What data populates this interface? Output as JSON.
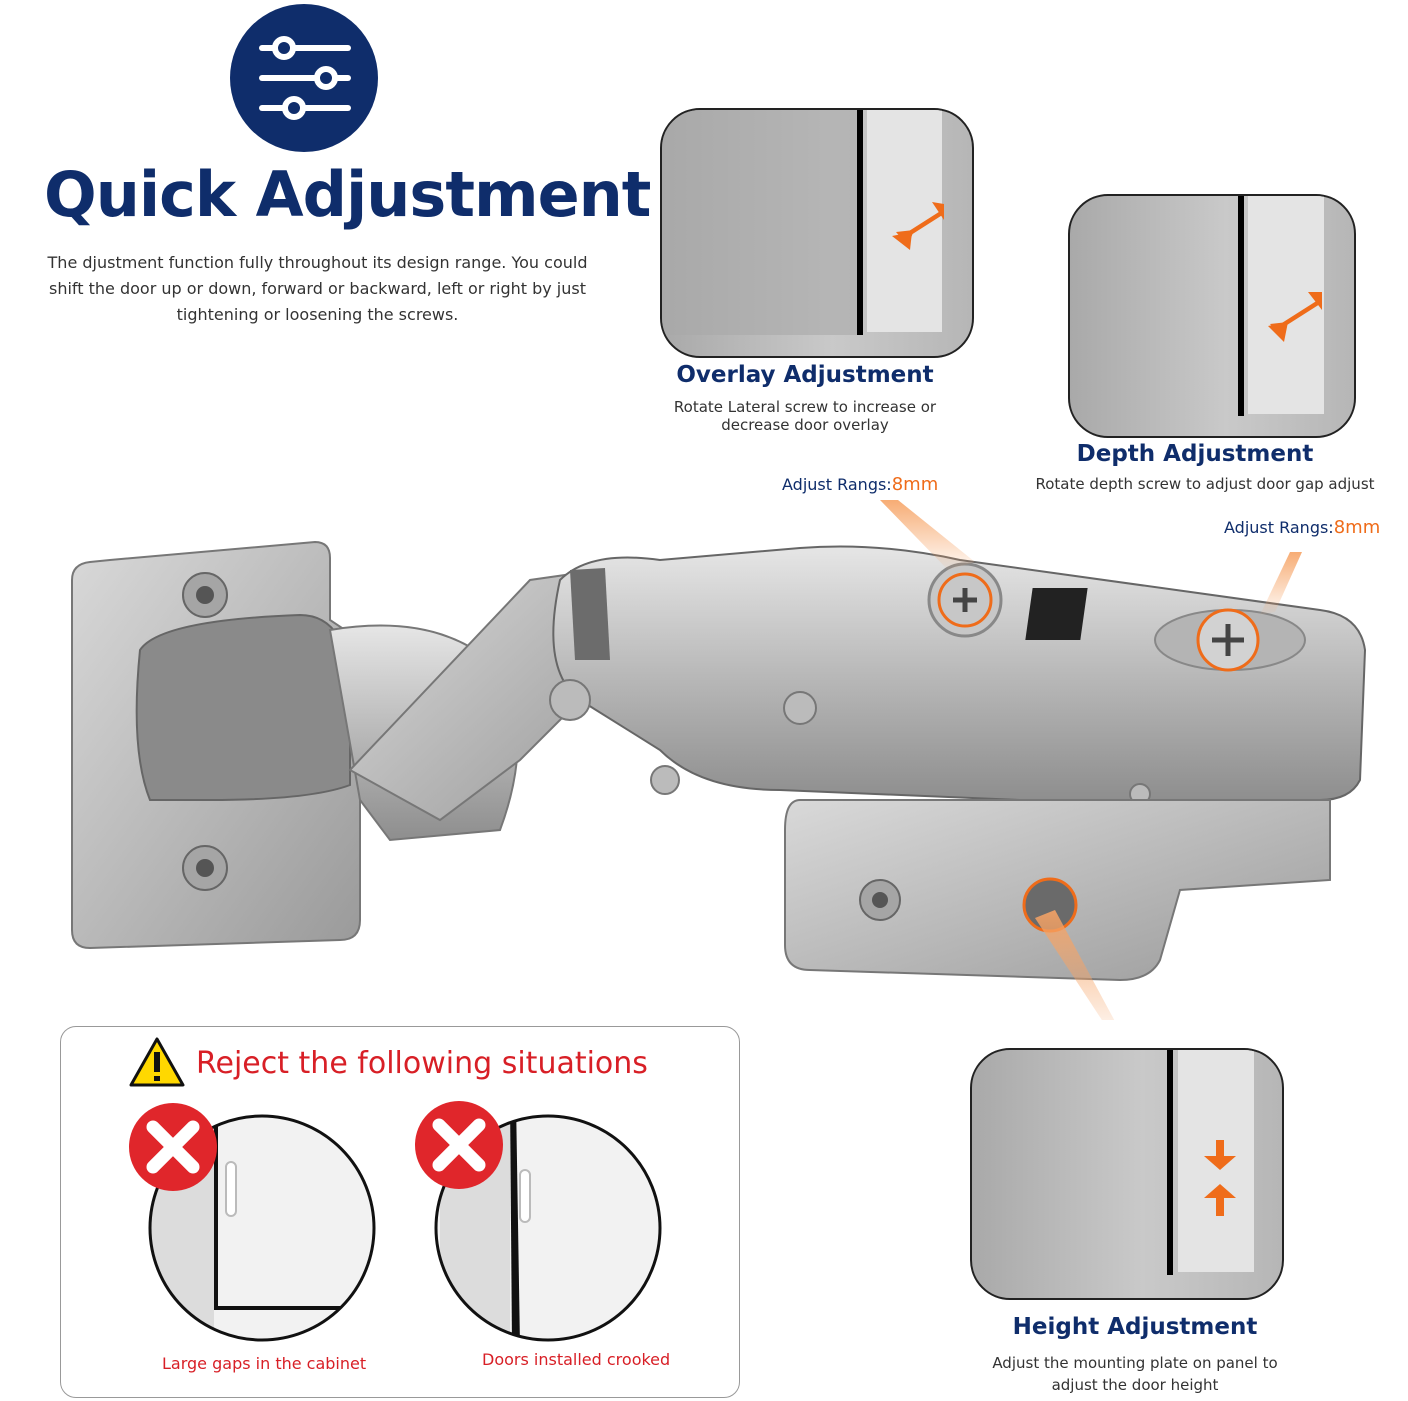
{
  "header": {
    "title": "Quick Adjustment",
    "description": "The djustment function fully throughout its design range. You could shift the door up or down, forward or backward, left or right by just tightening or loosening the screws.",
    "icon": "sliders-icon"
  },
  "overlay": {
    "title": "Overlay Adjustment",
    "description": "Rotate Lateral screw to increase or decrease door overlay"
  },
  "depth": {
    "title": "Depth Adjustment",
    "description": "Rotate depth screw to adjust door gap adjust"
  },
  "height": {
    "title": "Height Adjustment",
    "description": "Adjust the mounting plate on panel to adjust the door height"
  },
  "ranges": [
    {
      "label": "Adjust Rangs:",
      "value": "8mm"
    },
    {
      "label": "Adjust Rangs:",
      "value": "8mm"
    }
  ],
  "reject": {
    "title": "Reject the following situations",
    "cases": [
      {
        "caption": "Large gaps in the cabinet"
      },
      {
        "caption": "Doors installed crooked"
      }
    ]
  },
  "colors": {
    "navy": "#0f2d6b",
    "orange": "#ef6c1a",
    "red": "#d81f26"
  }
}
